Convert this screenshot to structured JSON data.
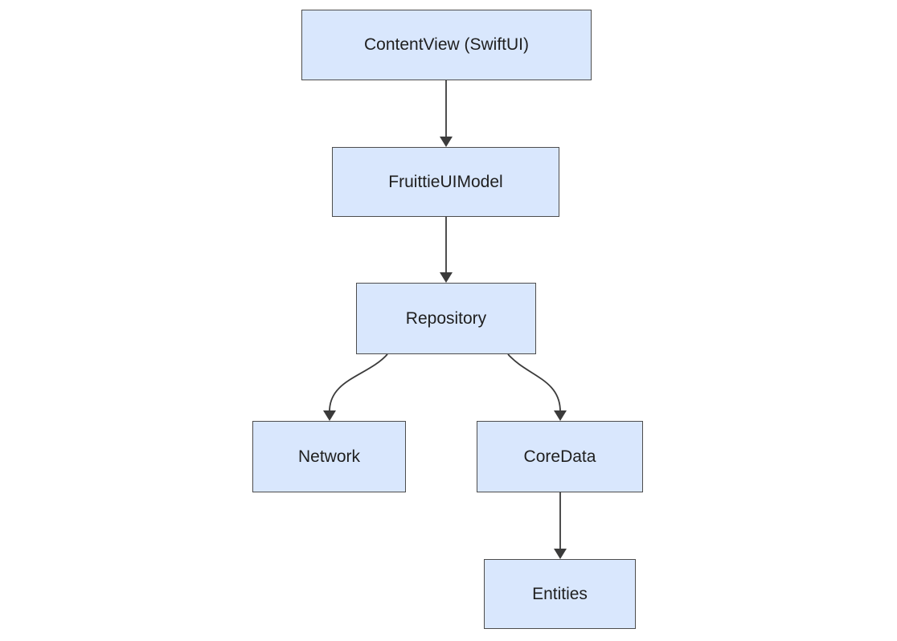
{
  "diagram": {
    "type": "flowchart-top-down",
    "nodes": [
      {
        "id": "contentview",
        "label": "ContentView (SwiftUI)"
      },
      {
        "id": "fruittieuimodel",
        "label": "FruittieUIModel"
      },
      {
        "id": "repository",
        "label": "Repository"
      },
      {
        "id": "network",
        "label": "Network"
      },
      {
        "id": "coredata",
        "label": "CoreData"
      },
      {
        "id": "entities",
        "label": "Entities"
      }
    ],
    "edges": [
      {
        "from": "contentview",
        "to": "fruittieuimodel"
      },
      {
        "from": "fruittieuimodel",
        "to": "repository"
      },
      {
        "from": "repository",
        "to": "network"
      },
      {
        "from": "repository",
        "to": "coredata"
      },
      {
        "from": "coredata",
        "to": "entities"
      }
    ],
    "colors": {
      "node_fill": "#d9e7fd",
      "node_border": "#4d4d4d",
      "arrow": "#3b3b3b",
      "text": "#1f1f1f",
      "background": "#ffffff"
    }
  }
}
